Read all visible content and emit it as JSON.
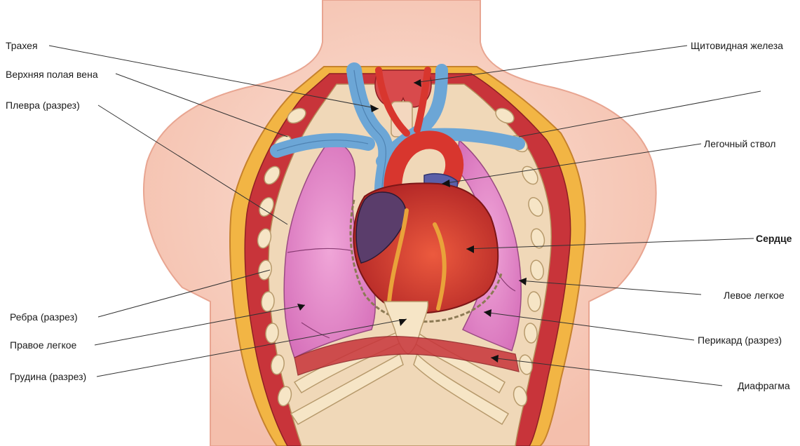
{
  "labels_left": [
    {
      "id": "trachea",
      "text": "Трахея"
    },
    {
      "id": "svc",
      "text": "Верхняя полая вена"
    },
    {
      "id": "pleura",
      "text": "Плевра  (разрез)"
    },
    {
      "id": "ribs",
      "text": "Ребра  (разрез)"
    },
    {
      "id": "right-lung",
      "text": "Правое  легкое"
    },
    {
      "id": "sternum",
      "text": "Грудина (разрез)"
    }
  ],
  "labels_right": [
    {
      "id": "thyroid",
      "text": "Щитовидная  железа"
    },
    {
      "id": "pulmonary-trunk",
      "text": "Легочный  ствол"
    },
    {
      "id": "heart",
      "text": "Сердце"
    },
    {
      "id": "left-lung",
      "text": "Левое  легкое"
    },
    {
      "id": "pericardium",
      "text": "Перикард  (разрез)"
    },
    {
      "id": "diaphragm",
      "text": "Диафрагма"
    }
  ],
  "colors": {
    "skin": "#f6c9b8",
    "skin_edge": "#e7a994",
    "fat": "#f2b544",
    "muscle": "#c8343a",
    "lung": "#e58fc8",
    "heart": "#d63a2c",
    "vein": "#6ca6d6",
    "bone": "#f6e5c6",
    "pericardium": "#c9b48a"
  }
}
